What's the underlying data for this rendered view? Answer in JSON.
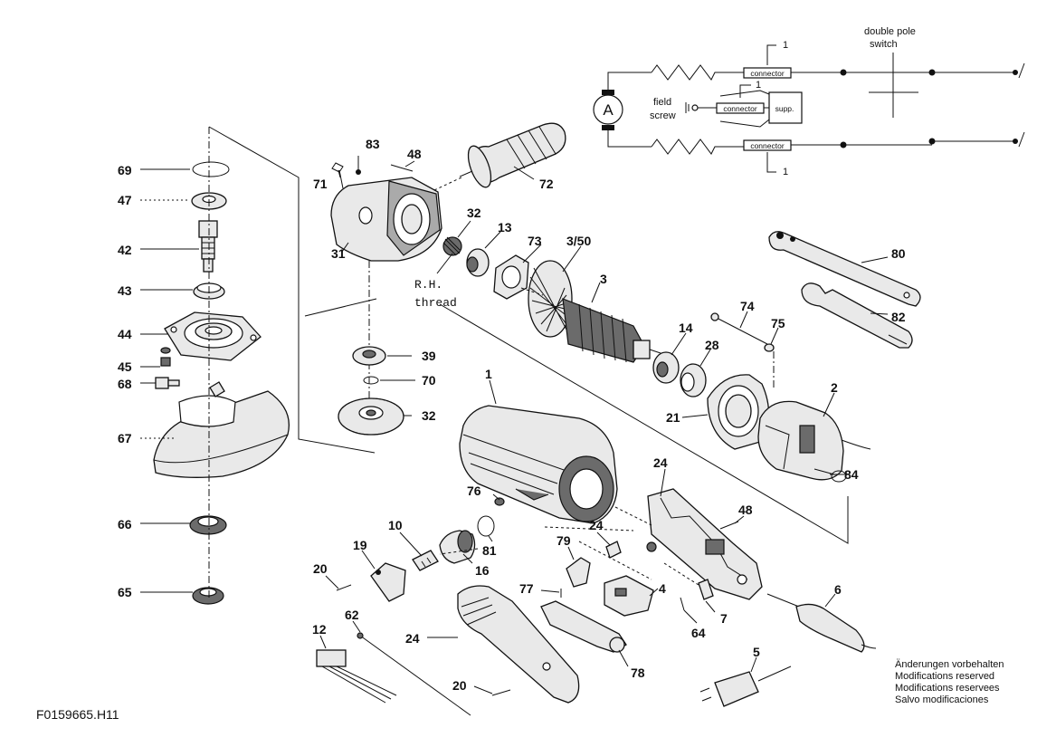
{
  "diagram": {
    "code": "F0159665.H11",
    "notes": [
      "Änderungen vorbehalten",
      "Modifications reserved",
      "Modifications reservees",
      "Salvo modificaciones"
    ],
    "thread_note": [
      "R.H.",
      "thread"
    ],
    "wiring": {
      "switch_label": [
        "double pole",
        "switch"
      ],
      "field_screw": [
        "field",
        "screw"
      ],
      "motor_symbol": "A",
      "connector": "connector",
      "supp": "supp.",
      "ref_1": "1"
    },
    "labels": {
      "p69": "69",
      "p47": "47",
      "p42": "42",
      "p43": "43",
      "p44": "44",
      "p45": "45",
      "p68": "68",
      "p67": "67",
      "p66": "66",
      "p65": "65",
      "p83": "83",
      "p48a": "48",
      "p71": "71",
      "p31": "31",
      "p72": "72",
      "p32a": "32",
      "p13": "13",
      "p73": "73",
      "p350": "3/50",
      "p3": "3",
      "p39": "39",
      "p70": "70",
      "p32b": "32",
      "p80": "80",
      "p82": "82",
      "p74": "74",
      "p75": "75",
      "p14": "14",
      "p28": "28",
      "p2": "2",
      "p21": "21",
      "p1": "1",
      "p84": "84",
      "p24a": "24",
      "p76": "76",
      "p48b": "48",
      "p10": "10",
      "p81": "81",
      "p19": "19",
      "p16": "16",
      "p24b": "24",
      "p79": "79",
      "p20a": "20",
      "p77": "77",
      "p4": "4",
      "p64": "64",
      "p7": "7",
      "p6": "6",
      "p12": "12",
      "p62": "62",
      "p24c": "24",
      "p78": "78",
      "p5": "5",
      "p20b": "20"
    }
  }
}
